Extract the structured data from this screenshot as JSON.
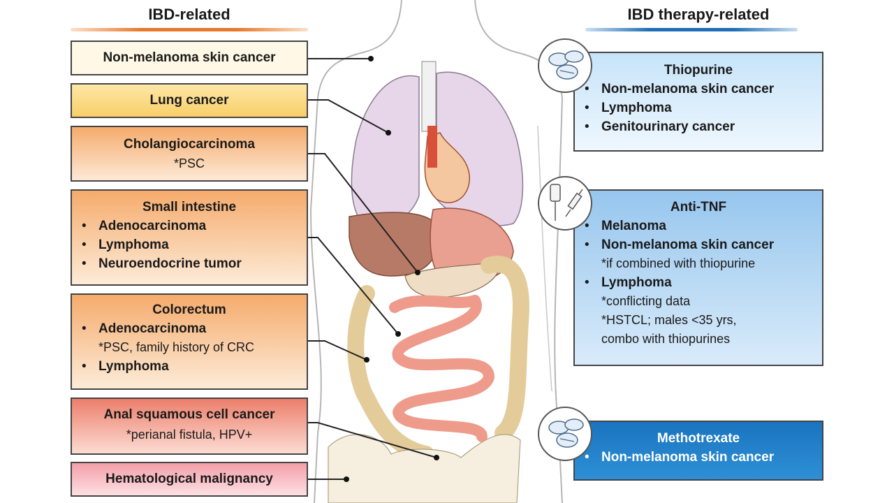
{
  "headers": {
    "left": "IBD-related",
    "right": "IBD therapy-related"
  },
  "left_boxes": {
    "skin": {
      "title": "Non-melanoma skin cancer"
    },
    "lung": {
      "title": "Lung cancer"
    },
    "cholangio": {
      "title": "Cholangiocarcinoma",
      "note": "*PSC"
    },
    "small_intestine": {
      "title": "Small intestine",
      "items": [
        "Adenocarcinoma",
        "Lymphoma",
        "Neuroendocrine tumor"
      ]
    },
    "colorectum": {
      "title": "Colorectum",
      "item1": "Adenocarcinoma",
      "item1_note": "*PSC, family history of CRC",
      "item2": "Lymphoma"
    },
    "anal": {
      "title": "Anal squamous cell cancer",
      "note": "*perianal fistula, HPV+"
    },
    "hema": {
      "title": "Hematological malignancy"
    }
  },
  "right_boxes": {
    "thiopurine": {
      "title": "Thiopurine",
      "items": [
        "Non-melanoma skin cancer",
        "Lymphoma",
        "Genitourinary cancer"
      ]
    },
    "anti_tnf": {
      "title": "Anti-TNF",
      "item1": "Melanoma",
      "item2": "Non-melanoma skin cancer",
      "item2_note": "*if combined with thiopurine",
      "item3": "Lymphoma",
      "item3_note1": "*conflicting data",
      "item3_note2": "*HSTCL; males <35 yrs,",
      "item3_note3": "combo with thiopurines"
    },
    "methotrexate": {
      "title": "Methotrexate",
      "items": [
        "Non-melanoma skin cancer"
      ]
    }
  },
  "icons": [
    "pills-icon",
    "iv-syringe-icon",
    "pills-icon"
  ],
  "colors": {
    "left_header_line": "#e8782a",
    "right_header_line": "#1f6fb5",
    "skin_bg": "#fff8e6",
    "lung_bg": "#fbd77a",
    "orange_box": "#f7b173",
    "anal_bg": "#ee8c78",
    "hema_bg": "#f6b7bd",
    "thio_bg": "#d6ecfb",
    "tnf_bg": "#a9d1f1",
    "mtx_bg": "#1c79c2"
  }
}
